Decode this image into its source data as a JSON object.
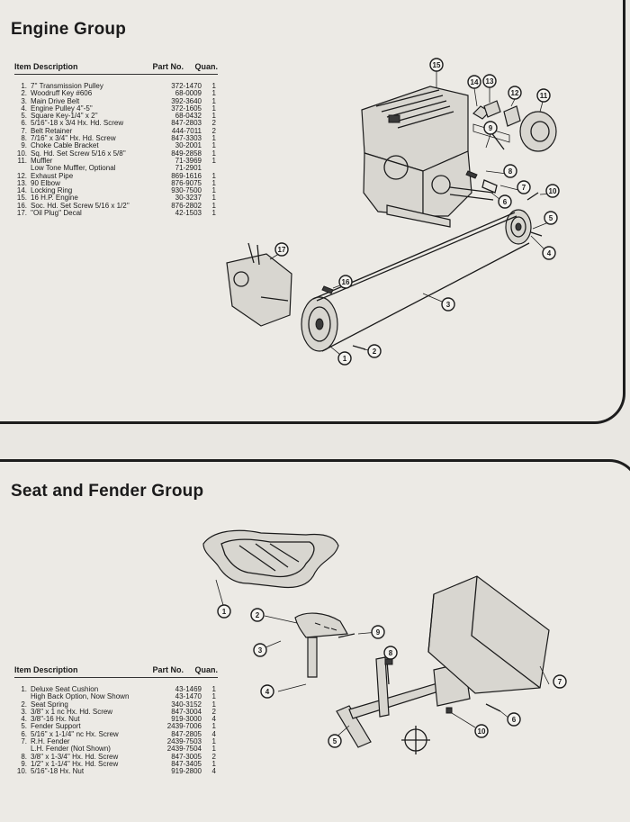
{
  "engine_group": {
    "title": "Engine Group",
    "header": {
      "item": "Item Description",
      "part": "Part No.",
      "quan": "Quan."
    },
    "rows": [
      {
        "num": "1.",
        "desc": "7'' Transmission Pulley",
        "part": "372-1470",
        "qty": "1"
      },
      {
        "num": "2.",
        "desc": "Woodruff Key #606",
        "part": "68-0009",
        "qty": "1"
      },
      {
        "num": "3.",
        "desc": "Main Drive Belt",
        "part": "392-3640",
        "qty": "1"
      },
      {
        "num": "4.",
        "desc": "Engine Pulley 4''-5''",
        "part": "372-1605",
        "qty": "1"
      },
      {
        "num": "5.",
        "desc": "Square Key-1/4'' x 2''",
        "part": "68-0432",
        "qty": "1"
      },
      {
        "num": "6.",
        "desc": "5/16''-18 x 3/4 Hx. Hd. Screw",
        "part": "847-2803",
        "qty": "2"
      },
      {
        "num": "7.",
        "desc": "Belt Retainer",
        "part": "444-7011",
        "qty": "2"
      },
      {
        "num": "8.",
        "desc": "7/16'' x 3/4'' Hx. Hd. Screw",
        "part": "847-3303",
        "qty": "1"
      },
      {
        "num": "9.",
        "desc": "Choke Cable Bracket",
        "part": "30-2001",
        "qty": "1"
      },
      {
        "num": "10.",
        "desc": "Sq. Hd. Set Screw 5/16 x 5/8''",
        "part": "849-2858",
        "qty": "1"
      },
      {
        "num": "11.",
        "desc": "Muffler",
        "part": "71-3969",
        "qty": "1"
      },
      {
        "num": "",
        "desc": "Low Tone Muffler, Optional",
        "part": "71-2901",
        "qty": ""
      },
      {
        "num": "12.",
        "desc": "Exhaust Pipe",
        "part": "869-1616",
        "qty": "1"
      },
      {
        "num": "13.",
        "desc": "90 Elbow",
        "part": "876-9075",
        "qty": "1"
      },
      {
        "num": "14.",
        "desc": "Locking Ring",
        "part": "930-7500",
        "qty": "1"
      },
      {
        "num": "15.",
        "desc": "16 H.P. Engine",
        "part": "30-3237",
        "qty": "1"
      },
      {
        "num": "16.",
        "desc": "Soc. Hd. Set Screw 5/16 x 1/2''",
        "part": "876-2802",
        "qty": "1"
      },
      {
        "num": "17.",
        "desc": "''Oil Plug'' Decal",
        "part": "42-1503",
        "qty": "1"
      }
    ],
    "callouts": [
      "1",
      "2",
      "3",
      "4",
      "5",
      "6",
      "7",
      "8",
      "9",
      "10",
      "11",
      "12",
      "13",
      "14",
      "15",
      "16",
      "17"
    ]
  },
  "seat_group": {
    "title": "Seat and Fender Group",
    "header": {
      "item": "Item Description",
      "part": "Part No.",
      "quan": "Quan."
    },
    "rows": [
      {
        "num": "1.",
        "desc": "Deluxe Seat Cushion",
        "part": "43-1469",
        "qty": "1"
      },
      {
        "num": "",
        "desc": "High Back Option, Now Shown",
        "part": "43-1470",
        "qty": "1"
      },
      {
        "num": "2.",
        "desc": "Seat Spring",
        "part": "340-3152",
        "qty": "1"
      },
      {
        "num": "3.",
        "desc": "3/8'' x 1 nc Hx. Hd. Screw",
        "part": "847-3004",
        "qty": "2"
      },
      {
        "num": "4.",
        "desc": "3/8''-16 Hx. Nut",
        "part": "919-3000",
        "qty": "4"
      },
      {
        "num": "5.",
        "desc": "Fender Support",
        "part": "2439-7006",
        "qty": "1"
      },
      {
        "num": "6.",
        "desc": "5/16'' x 1-1/4'' nc Hx. Screw",
        "part": "847-2805",
        "qty": "4"
      },
      {
        "num": "7.",
        "desc": "R.H. Fender",
        "part": "2439-7503",
        "qty": "1"
      },
      {
        "num": "",
        "desc": "L.H. Fender (Not Shown)",
        "part": "2439-7504",
        "qty": "1"
      },
      {
        "num": "8.",
        "desc": "3/8'' x 1-3/4'' Hx. Hd. Screw",
        "part": "847-3005",
        "qty": "2"
      },
      {
        "num": "9.",
        "desc": "1/2'' x 1-1/4'' Hx. Hd. Screw",
        "part": "847-3405",
        "qty": "1"
      },
      {
        "num": "10.",
        "desc": "5/16''-18 Hx. Nut",
        "part": "919-2800",
        "qty": "4"
      }
    ],
    "callouts": [
      "1",
      "2",
      "3",
      "4",
      "5",
      "6",
      "7",
      "8",
      "9",
      "10"
    ]
  }
}
